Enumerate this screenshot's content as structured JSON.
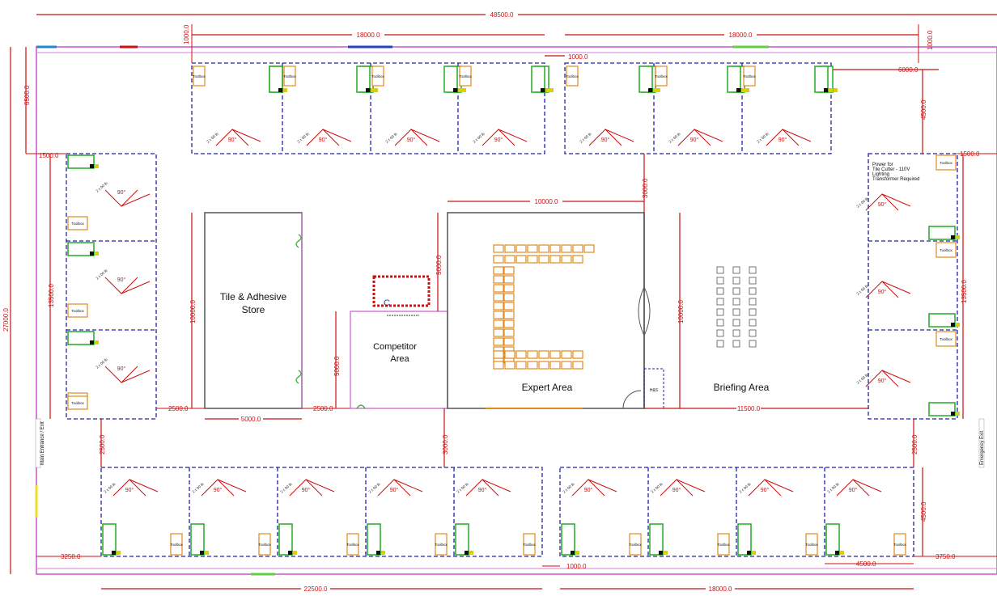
{
  "areas": {
    "tile_store_line1": "Tile & Adhesive",
    "tile_store_line2": "Store",
    "competitor_line1": "Competitor",
    "competitor_line2": "Area",
    "expert": "Expert Area",
    "briefing": "Briefing Area",
    "hs": "H&S"
  },
  "dimensions": {
    "overall": "48500.0",
    "top_left_bay": "18000.0",
    "top_right_bay": "18000.0",
    "gap_top": "1000.0",
    "top_left_edge": "1000.0",
    "top_right_edge": "1000.0",
    "right_offset": "6000.0",
    "left_height_top": "6500.0",
    "left_overall_height": "27000.0",
    "left_bay_height": "13500.0",
    "left_edge_top": "1500.0",
    "left_edge_bottom": "2500.0",
    "store_height": "10000.0",
    "store_width": "5000.0",
    "store_gap": "2500.0",
    "competitor_height": "5000.0",
    "expert_width": "10000.0",
    "expert_inner_height": "5000.0",
    "expert_top_gap": "3000.0",
    "expert_bottom_gap": "3000.0",
    "briefing_height": "10000.0",
    "briefing_width": "11500.0",
    "right_bay_height": "13500.0",
    "right_edge_top": "1500.0",
    "right_top_height": "4500.0",
    "right_bottom_height": "4500.0",
    "bottom_left_gap": "2500.0",
    "bottom_right_gap": "2500.0",
    "bottom_left_edge": "3250.0",
    "bottom_right_edge": "3750.0",
    "bottom_mid_gap": "1000.0",
    "bottom_left_bay": "22500.0",
    "bottom_right_bay": "18000.0",
    "bottom_small": "4500.0"
  },
  "labels": {
    "toolbox": "Toolbox",
    "angle": "90°",
    "tile_size": "2 x 00 lb",
    "main_entrance": "Main Entrance / Exit",
    "emergency_exit": "Emergency Exit",
    "power_note_1": "Power for",
    "power_note_2": "Tile Cutter - 110V",
    "power_note_3": "Lighting",
    "power_note_4": "Transformer Required"
  },
  "colors": {
    "dimension": "#cc1111",
    "booth_border": "#2222aa",
    "outer_wall": "#d77fd7",
    "room_wall": "#555555",
    "furniture": "#e08a1e",
    "green_bin": "#22aa22"
  }
}
